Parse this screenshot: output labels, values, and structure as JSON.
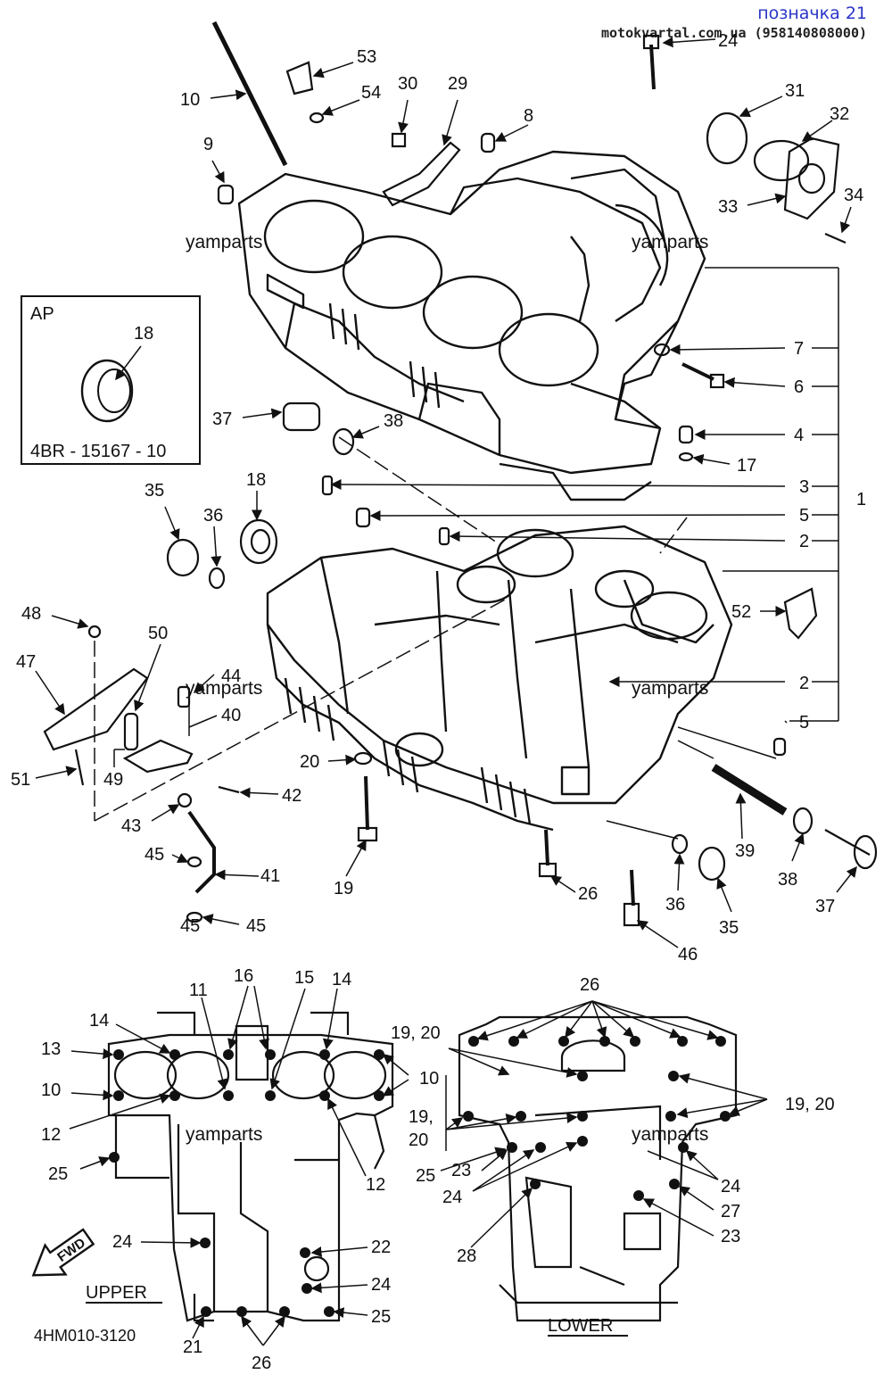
{
  "header": {
    "part_label": "позначка 21",
    "site_line": "motokvartal.com.ua (958140808000)"
  },
  "watermarks": [
    "yamparts",
    "yamparts",
    "yamparts",
    "yamparts",
    "yamparts",
    "yamparts"
  ],
  "inset": {
    "region": "AP",
    "callout": "18",
    "part_number": "4BR - 15167 - 10"
  },
  "callouts_main": [
    "24",
    "53",
    "54",
    "30",
    "29",
    "8",
    "10",
    "9",
    "31",
    "32",
    "33",
    "34",
    "7",
    "6",
    "4",
    "17",
    "3",
    "5",
    "2",
    "1",
    "37",
    "38",
    "18",
    "35",
    "36",
    "52",
    "48",
    "47",
    "50",
    "44",
    "40",
    "51",
    "49",
    "20",
    "42",
    "43",
    "45",
    "41",
    "19",
    "26",
    "39",
    "36",
    "35",
    "38",
    "37",
    "46",
    "2",
    "5"
  ],
  "callouts_upper": [
    "16",
    "11",
    "15",
    "14",
    "14",
    "13",
    "10",
    "12",
    "12",
    "25",
    "24",
    "22",
    "24",
    "25",
    "21",
    "26"
  ],
  "callouts_lower": [
    "26",
    "19, 20",
    "10",
    "19, 20",
    "19,",
    "20",
    "25",
    "23",
    "24",
    "24",
    "27",
    "28",
    "23"
  ],
  "captions": {
    "upper": "UPPER",
    "lower": "LOWER",
    "fwd": "FWD",
    "diagram_code": "4HM010-3120"
  }
}
